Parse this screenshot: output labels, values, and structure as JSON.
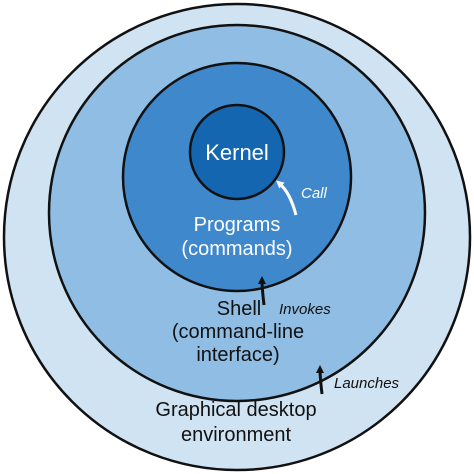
{
  "diagram": {
    "layers": [
      {
        "id": "desktop",
        "label": [
          "Graphical desktop",
          "environment"
        ],
        "fill": "#cfe3f3"
      },
      {
        "id": "shell",
        "label": [
          "Shell",
          "(command-line",
          "interface)"
        ],
        "fill": "#8fbde3"
      },
      {
        "id": "programs",
        "label": [
          "Programs",
          "(commands)"
        ],
        "fill": "#3f88cc"
      },
      {
        "id": "kernel",
        "label": [
          "Kernel"
        ],
        "fill": "#1466b0"
      }
    ],
    "relations": [
      {
        "from": "programs",
        "to": "kernel",
        "label": "Call"
      },
      {
        "from": "shell",
        "to": "programs",
        "label": "Invokes"
      },
      {
        "from": "desktop",
        "to": "shell",
        "label": "Launches"
      }
    ],
    "colors": {
      "outline": "#111111",
      "arrow_dark": "#111111",
      "arrow_light": "#ffffff"
    }
  }
}
